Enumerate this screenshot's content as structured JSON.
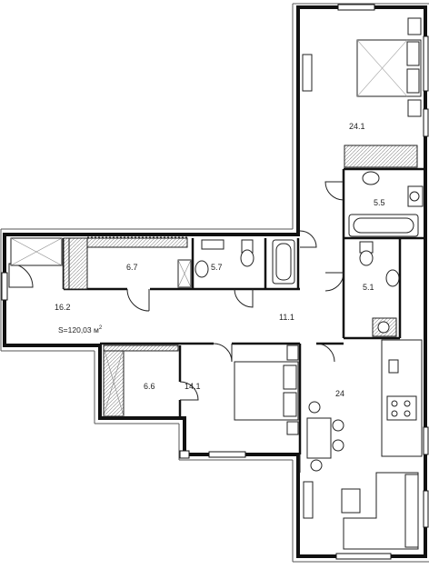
{
  "plan": {
    "total_area": "S=120,03 м",
    "total_area_sup": "2",
    "rooms": [
      {
        "id": "bedroom-top",
        "area": "24.1"
      },
      {
        "id": "bath-top",
        "area": "5.5"
      },
      {
        "id": "hall-left",
        "area": "16.2"
      },
      {
        "id": "wardrobe",
        "area": "6.7"
      },
      {
        "id": "bath-middle",
        "area": "5.7"
      },
      {
        "id": "corridor",
        "area": "11.1"
      },
      {
        "id": "bath-right",
        "area": "5.1"
      },
      {
        "id": "wardrobe-lower",
        "area": "6.6"
      },
      {
        "id": "bedroom-lower",
        "area": "14.1"
      },
      {
        "id": "kitchen-living",
        "area": "24"
      }
    ]
  }
}
